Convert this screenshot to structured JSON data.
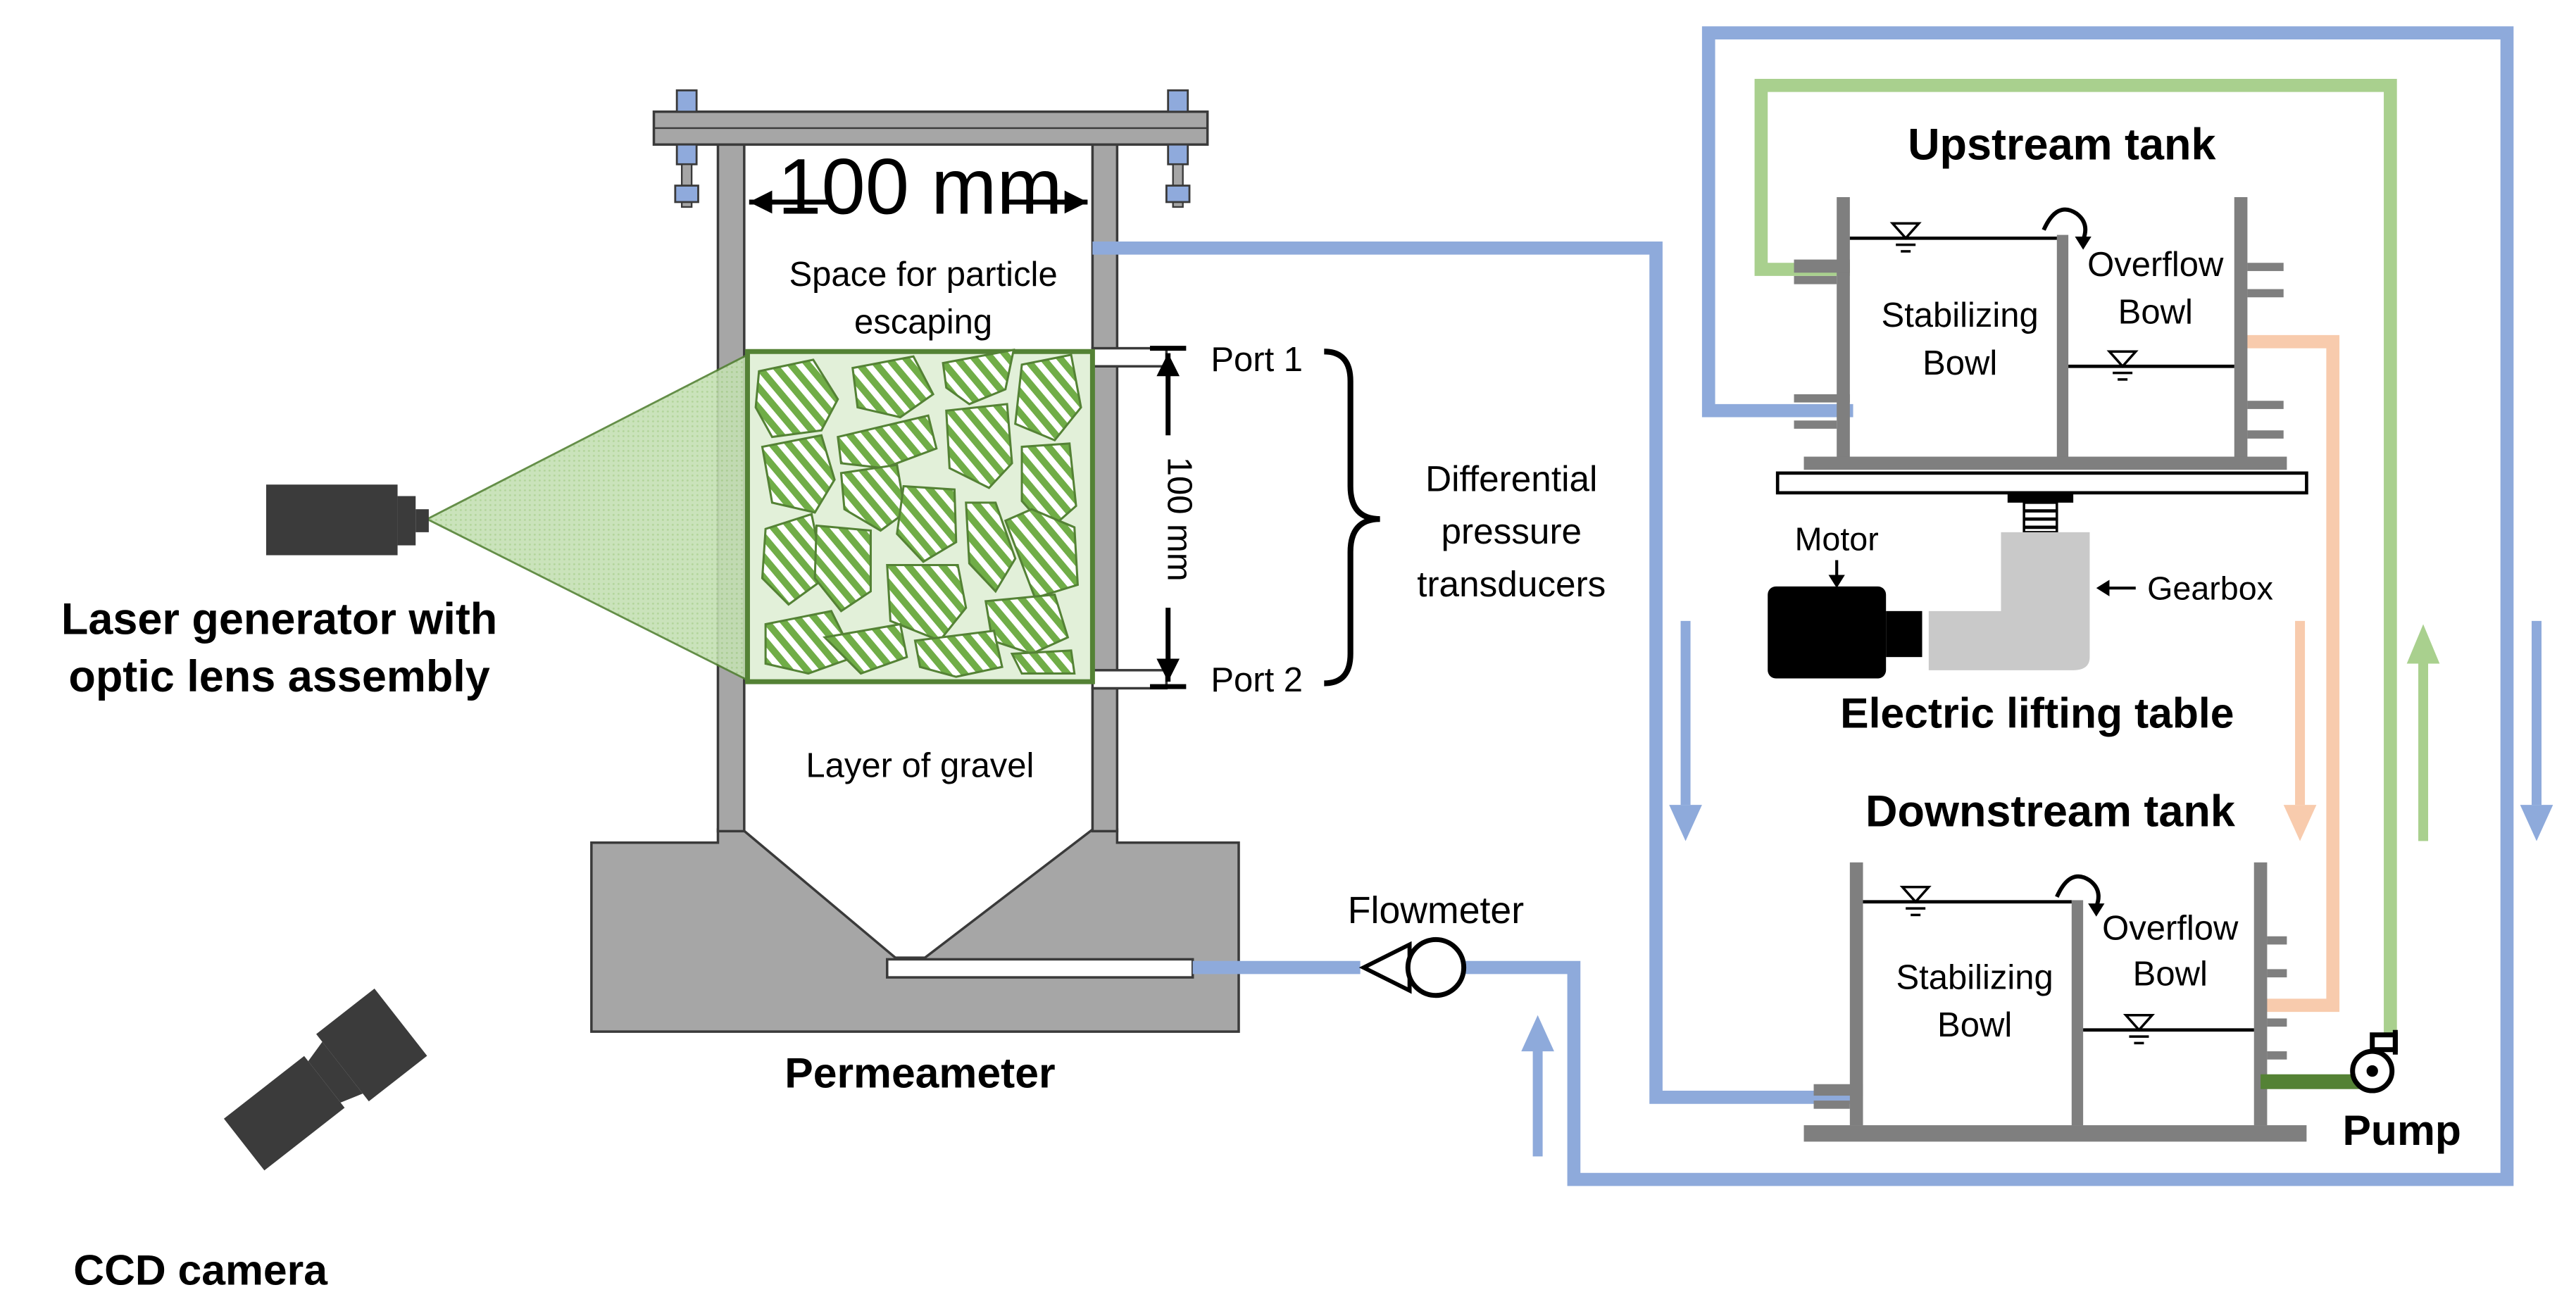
{
  "labels": {
    "width_dim": "100 mm",
    "height_dim": "100 mm",
    "space_line1": "Space for particle",
    "space_line2": "escaping",
    "gravel": "Layer of gravel",
    "port1": "Port 1",
    "port2": "Port 2",
    "dpt_line1": "Differential",
    "dpt_line2": "pressure",
    "dpt_line3": "transducers",
    "laser_line1": "Laser generator with",
    "laser_line2": "optic lens assembly",
    "permeameter": "Permeameter",
    "ccd": "CCD camera",
    "flowmeter": "Flowmeter",
    "upstream": "Upstream tank",
    "downstream": "Downstream tank",
    "stab_line1": "Stabilizing",
    "stab_line2": "Bowl",
    "over_line1": "Overflow",
    "over_line2": "Bowl",
    "motor": "Motor",
    "gearbox": "Gearbox",
    "lifting": "Electric lifting table",
    "pump": "Pump"
  },
  "colors": {
    "structure_gray": "#a6a6a6",
    "outline": "#3a3a3a",
    "blue_pipe": "#8eaadb",
    "green_pipe": "#a9d08e",
    "dark_green": "#548235",
    "orange_pipe": "#f8cbad",
    "camera_dark": "#3b3b3b"
  },
  "icons": [
    "laser-generator-icon",
    "ccd-camera-icon",
    "flowmeter-icon",
    "pump-icon",
    "motor-icon",
    "gearbox-icon",
    "bolt-icon",
    "water-level-icon",
    "overflow-arrow-icon"
  ]
}
